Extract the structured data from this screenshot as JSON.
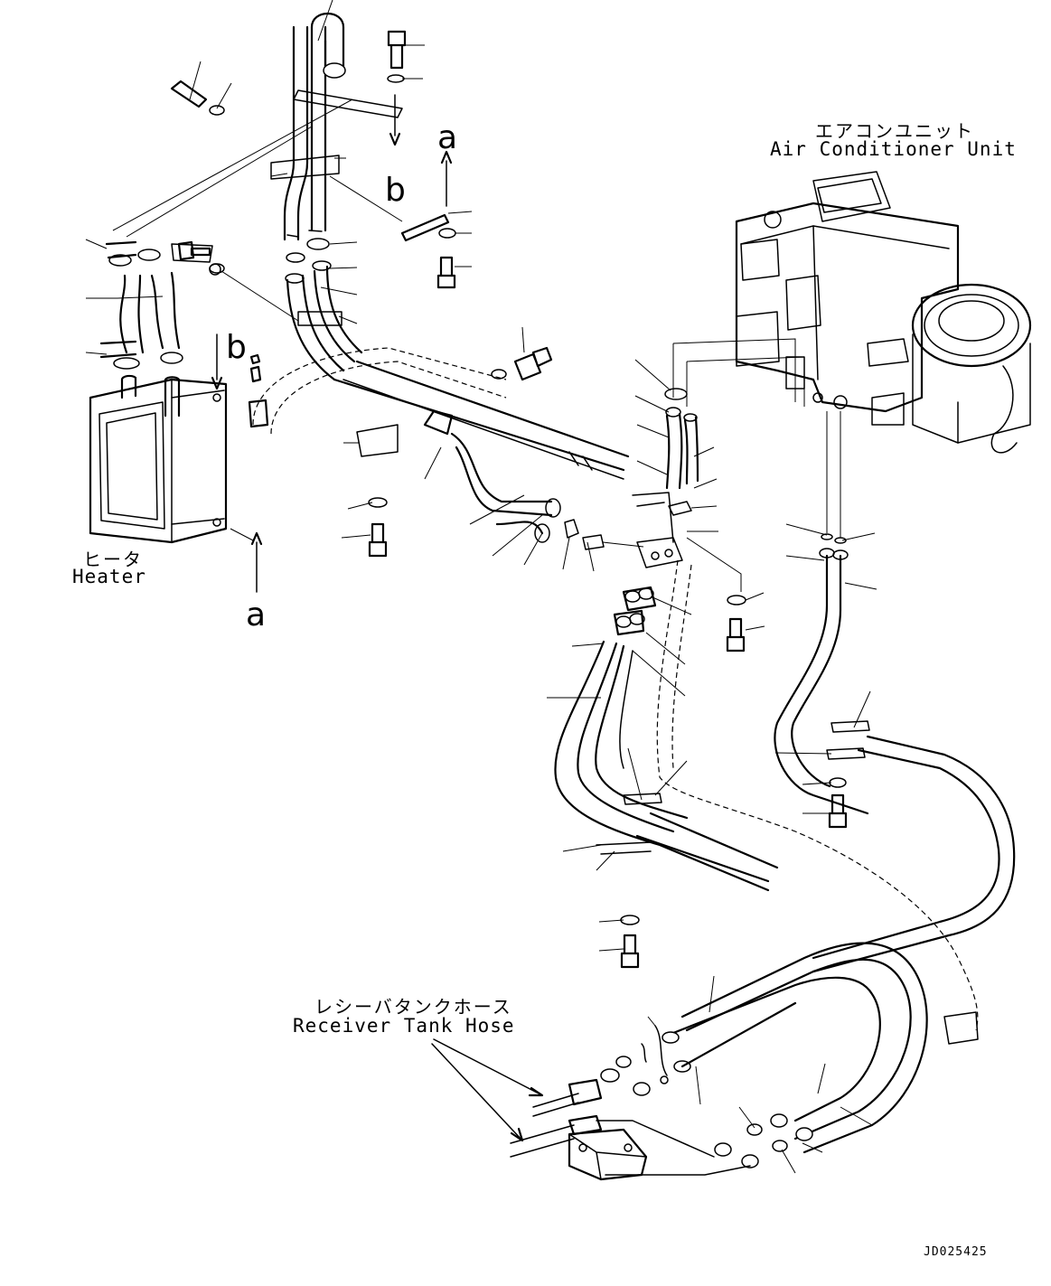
{
  "labels": {
    "ac_unit_jp": "エアコンユニット",
    "ac_unit_en": "Air Conditioner Unit",
    "heater_jp": "ヒータ",
    "heater_en": "Heater",
    "receiver_tank_hose_jp": "レシーバタンクホース",
    "receiver_tank_hose_en": "Receiver Tank Hose",
    "ref_a_top": "a",
    "ref_b_top": "b",
    "ref_b_heater": "b",
    "ref_a_bottom": "a",
    "drawing_code": "JD025425"
  }
}
